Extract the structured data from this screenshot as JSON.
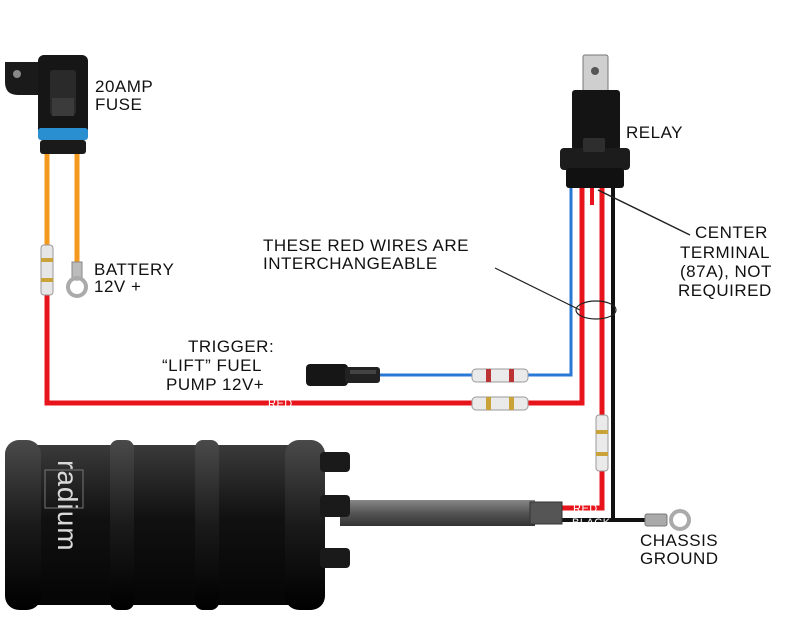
{
  "labels": {
    "fuse": [
      "20AMP",
      "FUSE"
    ],
    "relay": "RELAY",
    "battery": [
      "BATTERY",
      "12V +"
    ],
    "red_wires": [
      "THESE RED WIRES ARE",
      "INTERCHANGEABLE"
    ],
    "center_terminal": [
      "CENTER",
      "TERMINAL",
      "(87A), NOT",
      "REQUIRED"
    ],
    "trigger": [
      "TRIGGER:",
      "“LIFT” FUEL",
      "PUMP 12V+"
    ],
    "chassis_ground": [
      "CHASSIS",
      "GROUND"
    ]
  },
  "wire_labels": {
    "red_main": "RED",
    "red_pump": "RED",
    "black_pump": "BLACK"
  },
  "pump": {
    "brand": "radium"
  },
  "colors": {
    "red_wire": "#e8141b",
    "orange_wire": "#f39a1e",
    "blue_wire": "#2a78d6",
    "black_wire": "#111111",
    "fuse_accent": "#2a8fd0",
    "pump_body": "#151515"
  }
}
